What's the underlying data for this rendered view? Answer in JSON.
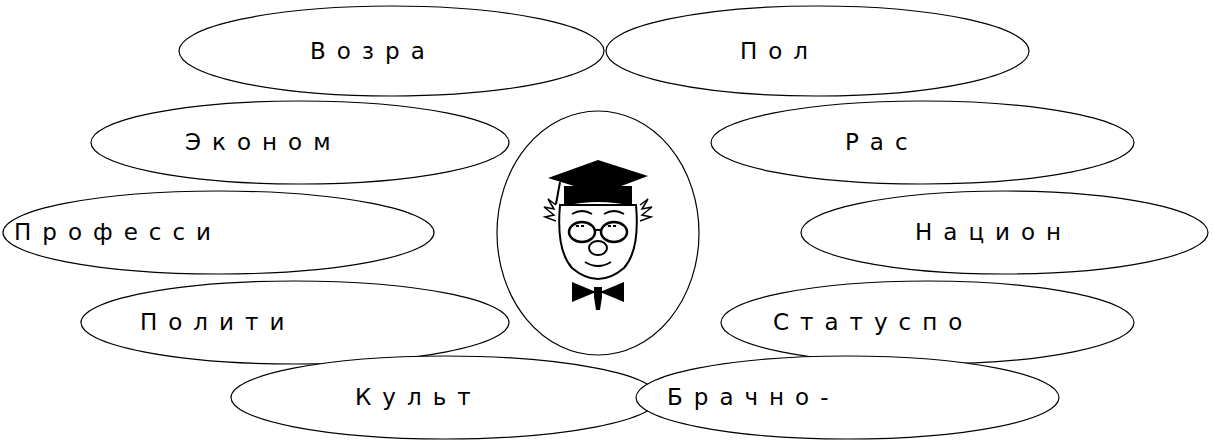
{
  "diagram": {
    "nodes": [
      {
        "text": [
          "Возра"
        ]
      },
      {
        "text": [
          "Пол"
        ]
      },
      {
        "text": [
          "Эконом"
        ]
      },
      {
        "text": [
          "Рас"
        ]
      },
      {
        "text": [
          "Професси"
        ]
      },
      {
        "text": [
          "Национ"
        ]
      },
      {
        "text": [
          "Полити"
        ]
      },
      {
        "text": [
          "Статуспо"
        ]
      },
      {
        "text": [
          "Культ"
        ]
      },
      {
        "text": [
          "Брачно-"
        ]
      }
    ]
  }
}
